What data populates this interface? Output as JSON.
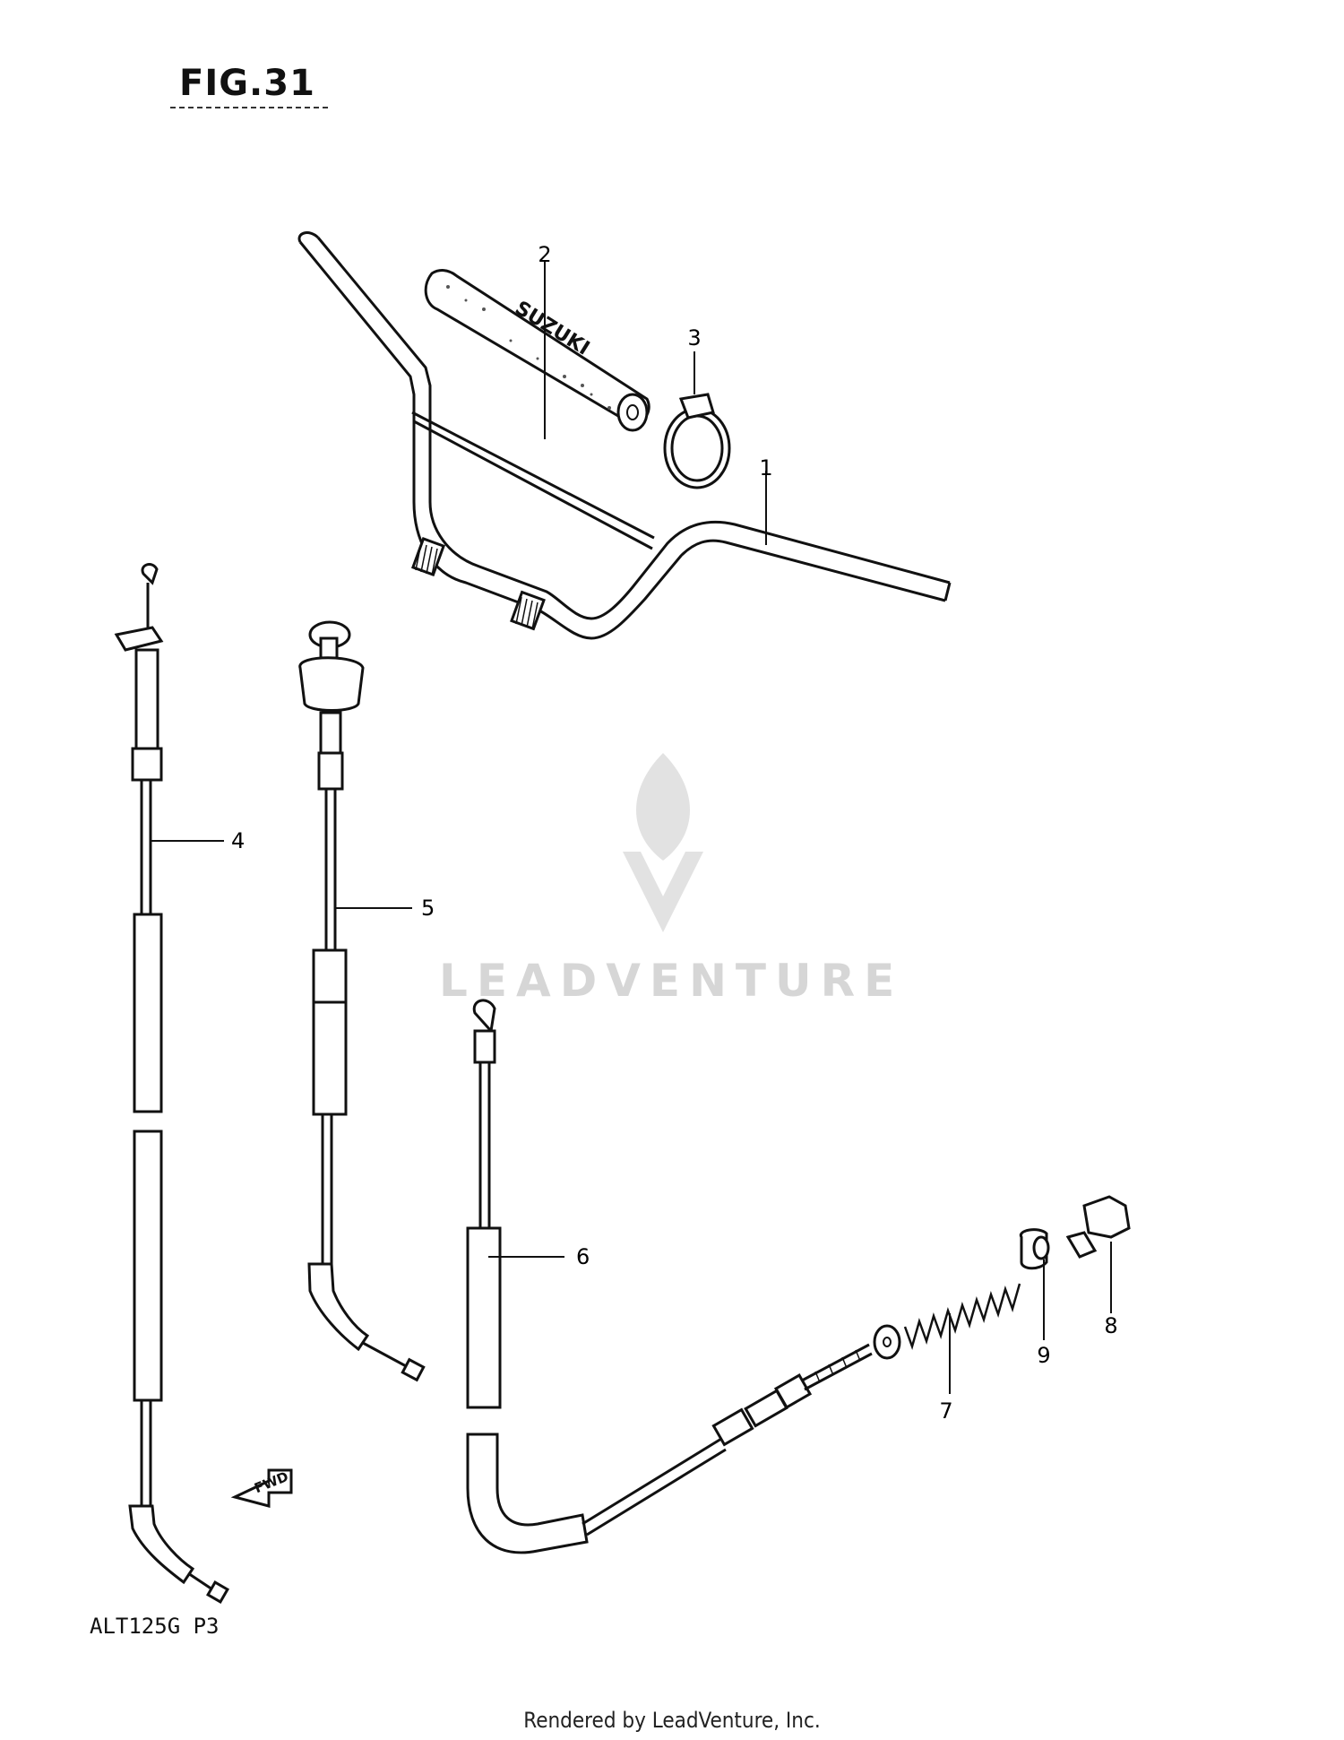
{
  "figure": {
    "title": "FIG.31"
  },
  "callouts": [
    "1",
    "2",
    "3",
    "4",
    "5",
    "6",
    "7",
    "8",
    "9"
  ],
  "labels": {
    "fwd": "FWD",
    "grip_text": "SUZUKI"
  },
  "watermark": {
    "text": "LEADVENTURE"
  },
  "model_code": "ALT125G P3",
  "footer": "Rendered by LeadVenture, Inc."
}
